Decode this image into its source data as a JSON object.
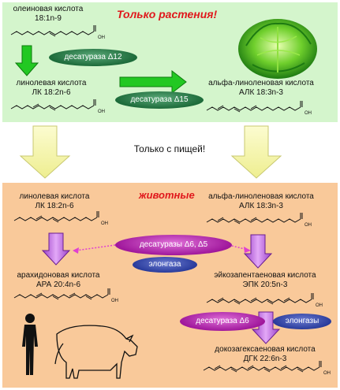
{
  "plants": {
    "title": "Только  растения!",
    "oleic_name": "олеиновая кислота",
    "oleic_formula": "18:1n-9",
    "linoleic_name": "линолевая кислота",
    "linoleic_formula": "ЛК 18:2n-6",
    "ala_name": "альфа-линоленовая кислота",
    "ala_formula": "АЛК 18:3n-3",
    "desat12": "десатураза Δ12",
    "desat15": "десатураза Δ15"
  },
  "middle": {
    "food_only": "Только с пищей!"
  },
  "animals": {
    "title": "животные",
    "linoleic_name": "линолевая кислота",
    "linoleic_formula": "ЛК 18:2n-6",
    "ala_name": "альфа-линоленовая кислота",
    "ala_formula": "АЛК 18:3n-3",
    "desat_56": "десатуразы Δ6, Δ5",
    "elongase": "элонгаза",
    "ara_name": "арахидоновая кислота",
    "ara_formula": "АРА 20:4n-6",
    "epa_name": "эйкозапентаеновая кислота",
    "epa_formula": "ЭПК 20:5n-3",
    "desat6": "десатураза Δ6",
    "elongases": "элонгазы",
    "dha_name": "докозагексаеновая кислота",
    "dha_formula": "ДГК 22:6n-3"
  },
  "colors": {
    "plants_bg": "#d4f5cc",
    "animals_bg": "#f9c99a",
    "green_arrow": "#22c822",
    "yellow_arrow": "#f8f8b0",
    "purple_arrow": "#c070e0",
    "magenta_pill": "#a0189c",
    "blue_pill": "#2a3c9c",
    "green_pill": "#1d6b3a"
  }
}
